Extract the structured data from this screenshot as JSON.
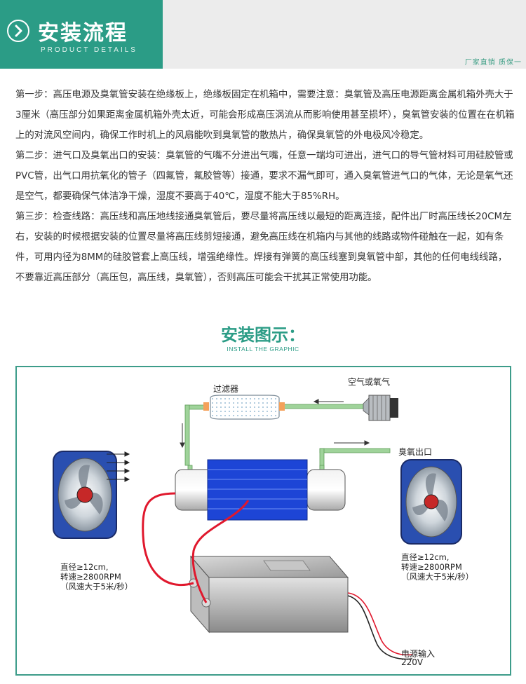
{
  "header": {
    "title": "安装流程",
    "subtitle": "PRODUCT DETAILS",
    "right_tag": "厂家直销 质保一"
  },
  "steps": [
    "第一步：高压电源及臭氧管安装在绝缘板上，绝缘板固定在机箱中，需要注意：臭氧管及高压电源距离金属机箱外壳大于3厘米（高压部分如果距离金属机箱外壳太近，可能会形成高压涡流从而影响使用甚至损坏），臭氧管安装的位置在在机箱上的对流风空间内，确保工作时机上的风扇能吹到臭氧管的散热片，确保臭氧管的外电极风冷稳定。",
    "第二步：进气口及臭氧出口的安装：臭氧管的气嘴不分进出气嘴，任意一端均可进出，进气口的导气管材料可用硅胶管或PVC管，出气口用抗氧化的管子（四氟管，氟胶管等）接通，要求不漏气即可，通入臭氧管进气口的气体，无论是氧气还是空气，都要确保气体洁净干燥，湿度不要高于40℃，湿度不能大于85%RH。",
    "第三步：检查线路：高压线和高压地线接通臭氧管后，要尽量将高压线以最短的距离连接，配件出厂时高压线长20CM左右，安装的时候根据安装的位置尽量将高压线剪短接通，避免高压线在机箱内与其他的线路或物件碰触在一起，如有条件，可用内径为8MM的硅胶管套上高压线，增强绝缘性。焊接有弹簧的高压线塞到臭氧管中部，其他的任何电线线路，不要靠近高压部分（高压包，高压线，臭氧管），否则高压可能会干扰其正常使用功能。"
  ],
  "install": {
    "title": "安装图示：",
    "subtitle": "INSTALL THE GRAPHIC"
  },
  "diagram": {
    "filter_label": "过滤器",
    "air_label": "空气或氧气",
    "ozone_out_label": "臭氧出口",
    "power_label": "电源输入",
    "voltage_label": "220V",
    "fan_left": [
      "直径≥12cm,",
      "转速≥2800RPM",
      "（风速大于5米/秒）"
    ],
    "fan_right": [
      "直径≥12cm,",
      "转速≥2800RPM",
      "（风速大于5米/秒）"
    ]
  },
  "colors": {
    "brand_green": "#2b9c86",
    "header_bg": "#ececec",
    "tube_blue": "#1d45d6",
    "wire_red": "#e0182d"
  },
  "icons": {
    "header_icon": "chevron-right-circle-icon"
  }
}
